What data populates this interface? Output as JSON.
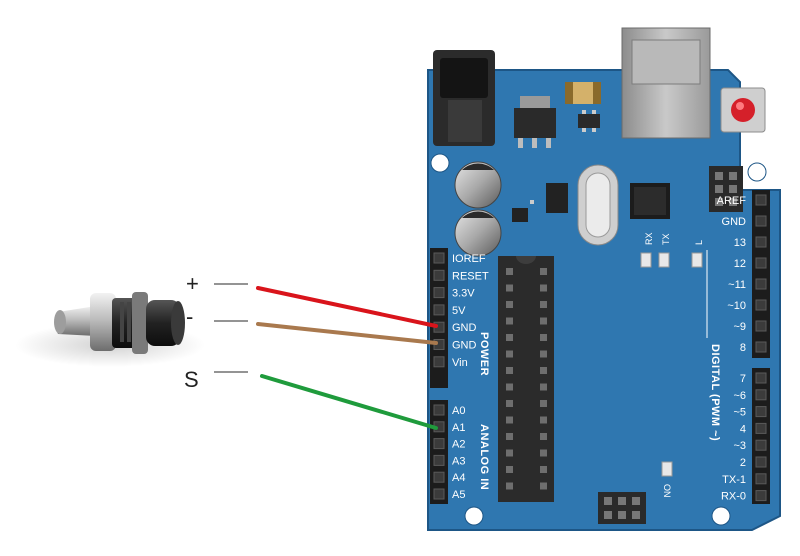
{
  "sensor": {
    "wire_labels": [
      "+",
      "-",
      "S"
    ]
  },
  "wire_colors": {
    "positive": "#d9141b",
    "ground": "#a9794e",
    "signal": "#1f9b3c"
  },
  "board": {
    "color": "#2f77b0",
    "power_header": {
      "title": "POWER",
      "pins": [
        "IOREF",
        "RESET",
        "3.3V",
        "5V",
        "GND",
        "GND",
        "Vin"
      ]
    },
    "analog_header": {
      "title": "ANALOG IN",
      "pins": [
        "A0",
        "A1",
        "A2",
        "A3",
        "A4",
        "A5"
      ]
    },
    "digital_header_top": {
      "pins": [
        "AREF",
        "GND",
        "13",
        "12",
        "~11",
        "~10",
        "~9",
        "8"
      ]
    },
    "digital_header_bottom": {
      "pins": [
        "7",
        "~6",
        "~5",
        "4",
        "~3",
        "2",
        "TX-1",
        "RX-0"
      ]
    },
    "digital_title": "DIGITAL (PWM ~)",
    "led_labels": {
      "rx": "RX",
      "tx": "TX",
      "l": "L",
      "on": "ON"
    }
  }
}
